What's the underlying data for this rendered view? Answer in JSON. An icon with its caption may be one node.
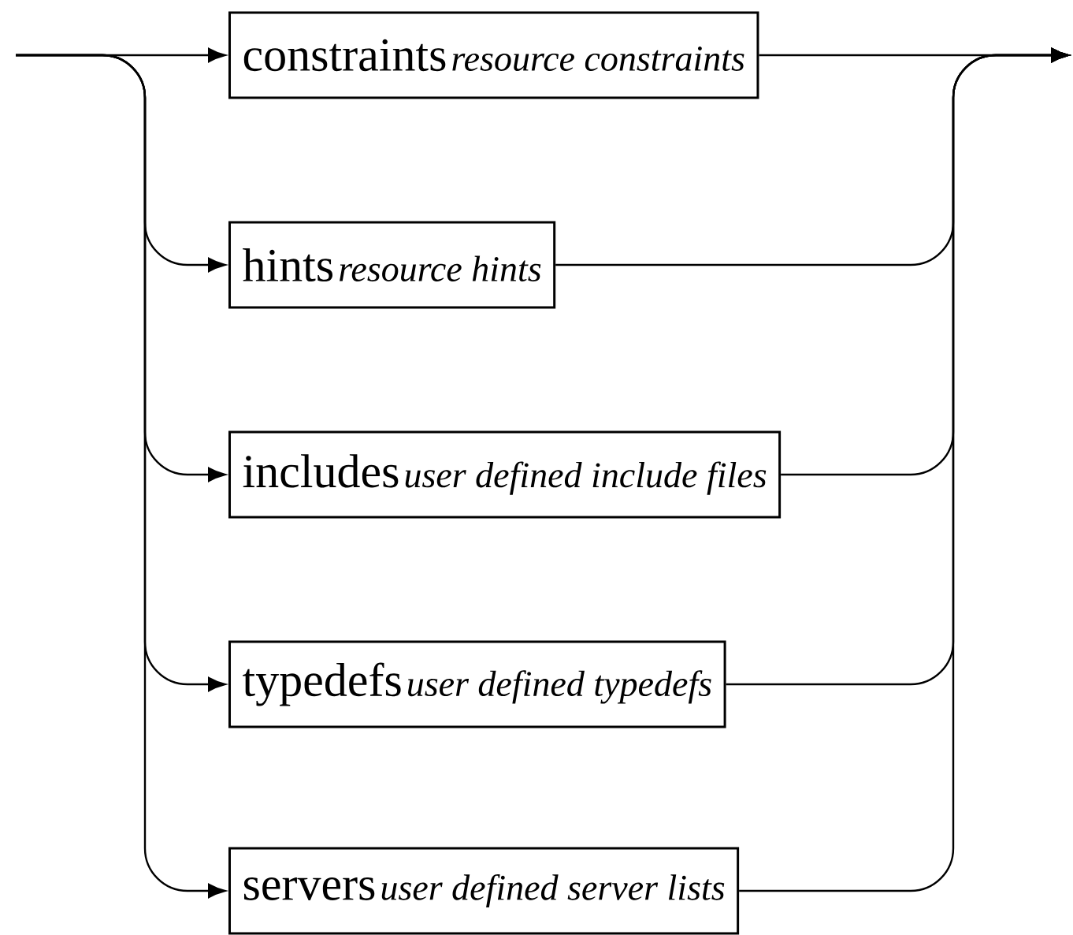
{
  "diagram": {
    "nodes": [
      {
        "text": [
          "constraints",
          "resource constraints"
        ]
      },
      {
        "text": [
          "hints",
          "resource hints"
        ]
      },
      {
        "text": [
          "includes",
          "user defined include files"
        ]
      },
      {
        "text": [
          "typedefs",
          "user defined typedefs"
        ]
      },
      {
        "text": [
          "servers",
          "user defined server lists"
        ]
      }
    ],
    "edges": [
      {
        "from": null,
        "to": 0,
        "arrow": "to"
      },
      {
        "from": null,
        "to": 1,
        "arrow": "to"
      },
      {
        "from": null,
        "to": 2,
        "arrow": "to"
      },
      {
        "from": null,
        "to": 3,
        "arrow": "to"
      },
      {
        "from": null,
        "to": 4,
        "arrow": "to"
      },
      {
        "from": 0,
        "to": null,
        "arrow": "to"
      },
      {
        "from": 1,
        "to": null,
        "arrow": "to"
      },
      {
        "from": 2,
        "to": null,
        "arrow": "to"
      },
      {
        "from": 3,
        "to": null,
        "arrow": "to"
      },
      {
        "from": 4,
        "to": null,
        "arrow": "to"
      }
    ]
  }
}
